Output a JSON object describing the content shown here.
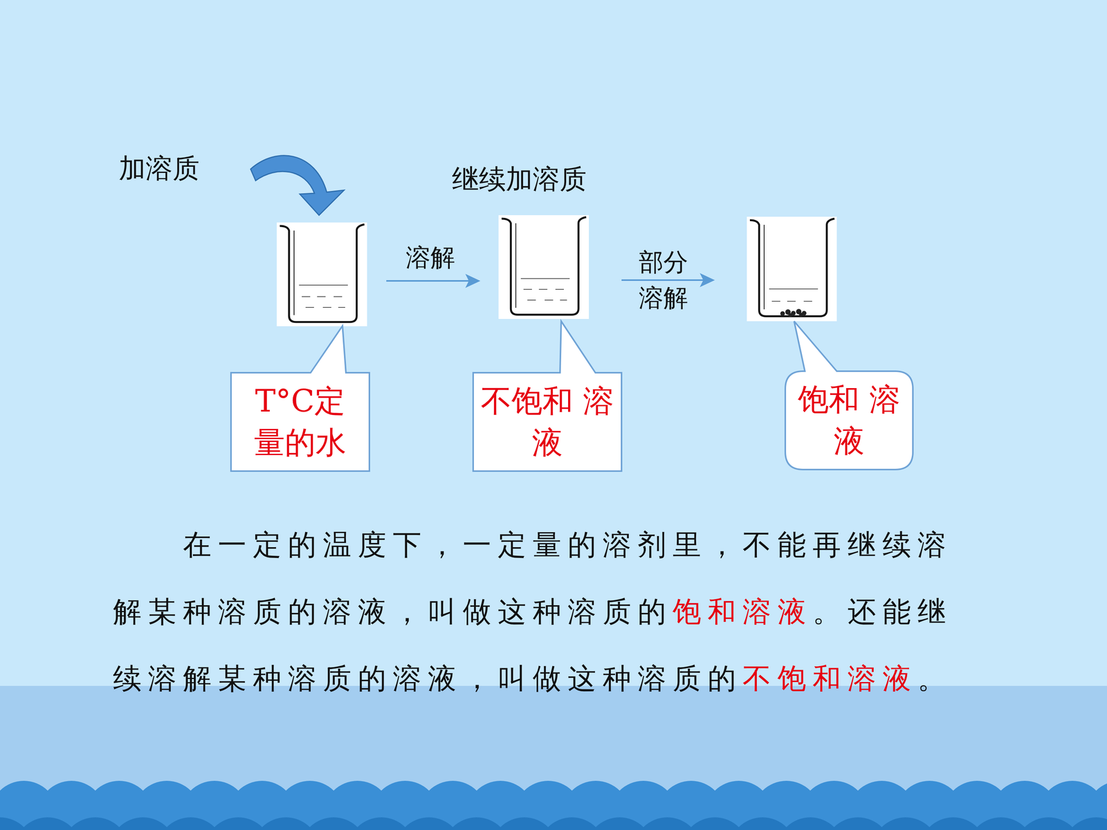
{
  "diagram": {
    "nodes": [
      {
        "text": [
          "T°C定 量的水"
        ]
      },
      {
        "text": [
          "不饱和 溶液"
        ]
      },
      {
        "text": [
          "饱和 溶液"
        ]
      }
    ],
    "labels": [
      "加溶质",
      "继续加溶质",
      "溶解",
      "部分 溶解",
      "在一定的温度下，一定量的溶剂里，不能再继续溶解某种溶质的溶液，叫做这种溶质的",
      "饱和溶液",
      "。还能继续溶解某种溶质的溶液，叫做这种溶质的",
      "不饱和溶液",
      "。"
    ]
  }
}
